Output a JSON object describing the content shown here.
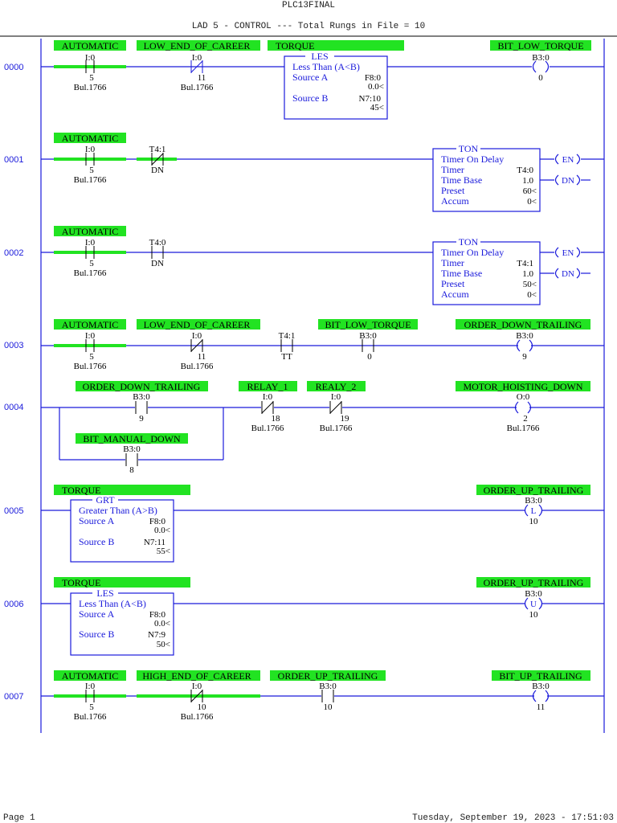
{
  "header": {
    "file_name": "PLC13FINAL",
    "subtitle": "LAD 5 - CONTROL --- Total Rungs in File = 10"
  },
  "footer": {
    "page": "Page 1",
    "timestamp": "Tuesday, September 19, 2023 - 17:51:03"
  },
  "rungs": [
    {
      "number": "0000"
    },
    {
      "number": "0001"
    },
    {
      "number": "0002"
    },
    {
      "number": "0003"
    },
    {
      "number": "0004"
    },
    {
      "number": "0005"
    },
    {
      "number": "0006"
    },
    {
      "number": "0007"
    }
  ],
  "elements": {
    "r0": {
      "c1": {
        "tag": "AUTOMATIC",
        "addr": "I:0",
        "bit": "5",
        "module": "Bul.1766"
      },
      "c2": {
        "tag": "LOW_END_OF_CAREER",
        "addr": "I:0",
        "bit": "11",
        "module": "Bul.1766"
      },
      "les": {
        "tag": "TORQUE",
        "mnemonic": "LES",
        "desc": "Less Than (A<B)",
        "srcA_label": "Source A",
        "srcA": "F8:0",
        "srcA_val": "0.0<",
        "srcB_label": "Source B",
        "srcB": "N7:10",
        "srcB_val": "45<"
      },
      "out": {
        "tag": "BIT_LOW_TORQUE",
        "addr": "B3:0",
        "bit": "0"
      }
    },
    "r1": {
      "c1": {
        "tag": "AUTOMATIC",
        "addr": "I:0",
        "bit": "5",
        "module": "Bul.1766"
      },
      "c2": {
        "addr": "T4:1",
        "bit": "DN"
      },
      "ton": {
        "mnemonic": "TON",
        "desc": "Timer On Delay",
        "timer_label": "Timer",
        "timer": "T4:0",
        "base_label": "Time Base",
        "base": "1.0",
        "preset_label": "Preset",
        "preset": "60<",
        "accum_label": "Accum",
        "accum": "0<",
        "en": "EN",
        "dn": "DN"
      }
    },
    "r2": {
      "c1": {
        "tag": "AUTOMATIC",
        "addr": "I:0",
        "bit": "5",
        "module": "Bul.1766"
      },
      "c2": {
        "addr": "T4:0",
        "bit": "DN"
      },
      "ton": {
        "mnemonic": "TON",
        "desc": "Timer On Delay",
        "timer_label": "Timer",
        "timer": "T4:1",
        "base_label": "Time Base",
        "base": "1.0",
        "preset_label": "Preset",
        "preset": "50<",
        "accum_label": "Accum",
        "accum": "0<",
        "en": "EN",
        "dn": "DN"
      }
    },
    "r3": {
      "c1": {
        "tag": "AUTOMATIC",
        "addr": "I:0",
        "bit": "5",
        "module": "Bul.1766"
      },
      "c2": {
        "tag": "LOW_END_OF_CAREER",
        "addr": "I:0",
        "bit": "11",
        "module": "Bul.1766"
      },
      "c3": {
        "addr": "T4:1",
        "bit": "TT"
      },
      "c4": {
        "tag": "BIT_LOW_TORQUE",
        "addr": "B3:0",
        "bit": "0"
      },
      "out": {
        "tag": "ORDER_DOWN_TRAILING",
        "addr": "B3:0",
        "bit": "9"
      }
    },
    "r4": {
      "c1": {
        "tag": "ORDER_DOWN_TRAILING",
        "addr": "B3:0",
        "bit": "9"
      },
      "c1b": {
        "tag": "BIT_MANUAL_DOWN",
        "addr": "B3:0",
        "bit": "8"
      },
      "c2": {
        "tag": "RELAY_1",
        "addr": "I:0",
        "bit": "18",
        "module": "Bul.1766"
      },
      "c3": {
        "tag": "REALY_2",
        "addr": "I:0",
        "bit": "19",
        "module": "Bul.1766"
      },
      "out": {
        "tag": "MOTOR_HOISTING_DOWN",
        "addr": "O:0",
        "bit": "2",
        "module": "Bul.1766"
      }
    },
    "r5": {
      "grt": {
        "tag": "TORQUE",
        "mnemonic": "GRT",
        "desc": "Greater Than (A>B)",
        "srcA_label": "Source A",
        "srcA": "F8:0",
        "srcA_val": "0.0<",
        "srcB_label": "Source B",
        "srcB": "N7:11",
        "srcB_val": "55<"
      },
      "out": {
        "tag": "ORDER_UP_TRAILING",
        "addr": "B3:0",
        "type": "L",
        "bit": "10"
      }
    },
    "r6": {
      "les": {
        "tag": "TORQUE",
        "mnemonic": "LES",
        "desc": "Less Than (A<B)",
        "srcA_label": "Source A",
        "srcA": "F8:0",
        "srcA_val": "0.0<",
        "srcB_label": "Source B",
        "srcB": "N7:9",
        "srcB_val": "50<"
      },
      "out": {
        "tag": "ORDER_UP_TRAILING",
        "addr": "B3:0",
        "type": "U",
        "bit": "10"
      }
    },
    "r7": {
      "c1": {
        "tag": "AUTOMATIC",
        "addr": "I:0",
        "bit": "5",
        "module": "Bul.1766"
      },
      "c2": {
        "tag": "HIGH_END_OF_CAREER",
        "addr": "I:0",
        "bit": "10",
        "module": "Bul.1766"
      },
      "c3": {
        "tag": "ORDER_UP_TRAILING",
        "addr": "B3:0",
        "bit": "10"
      },
      "out": {
        "tag": "BIT_UP_TRAILING",
        "addr": "B3:0",
        "bit": "11"
      }
    }
  }
}
